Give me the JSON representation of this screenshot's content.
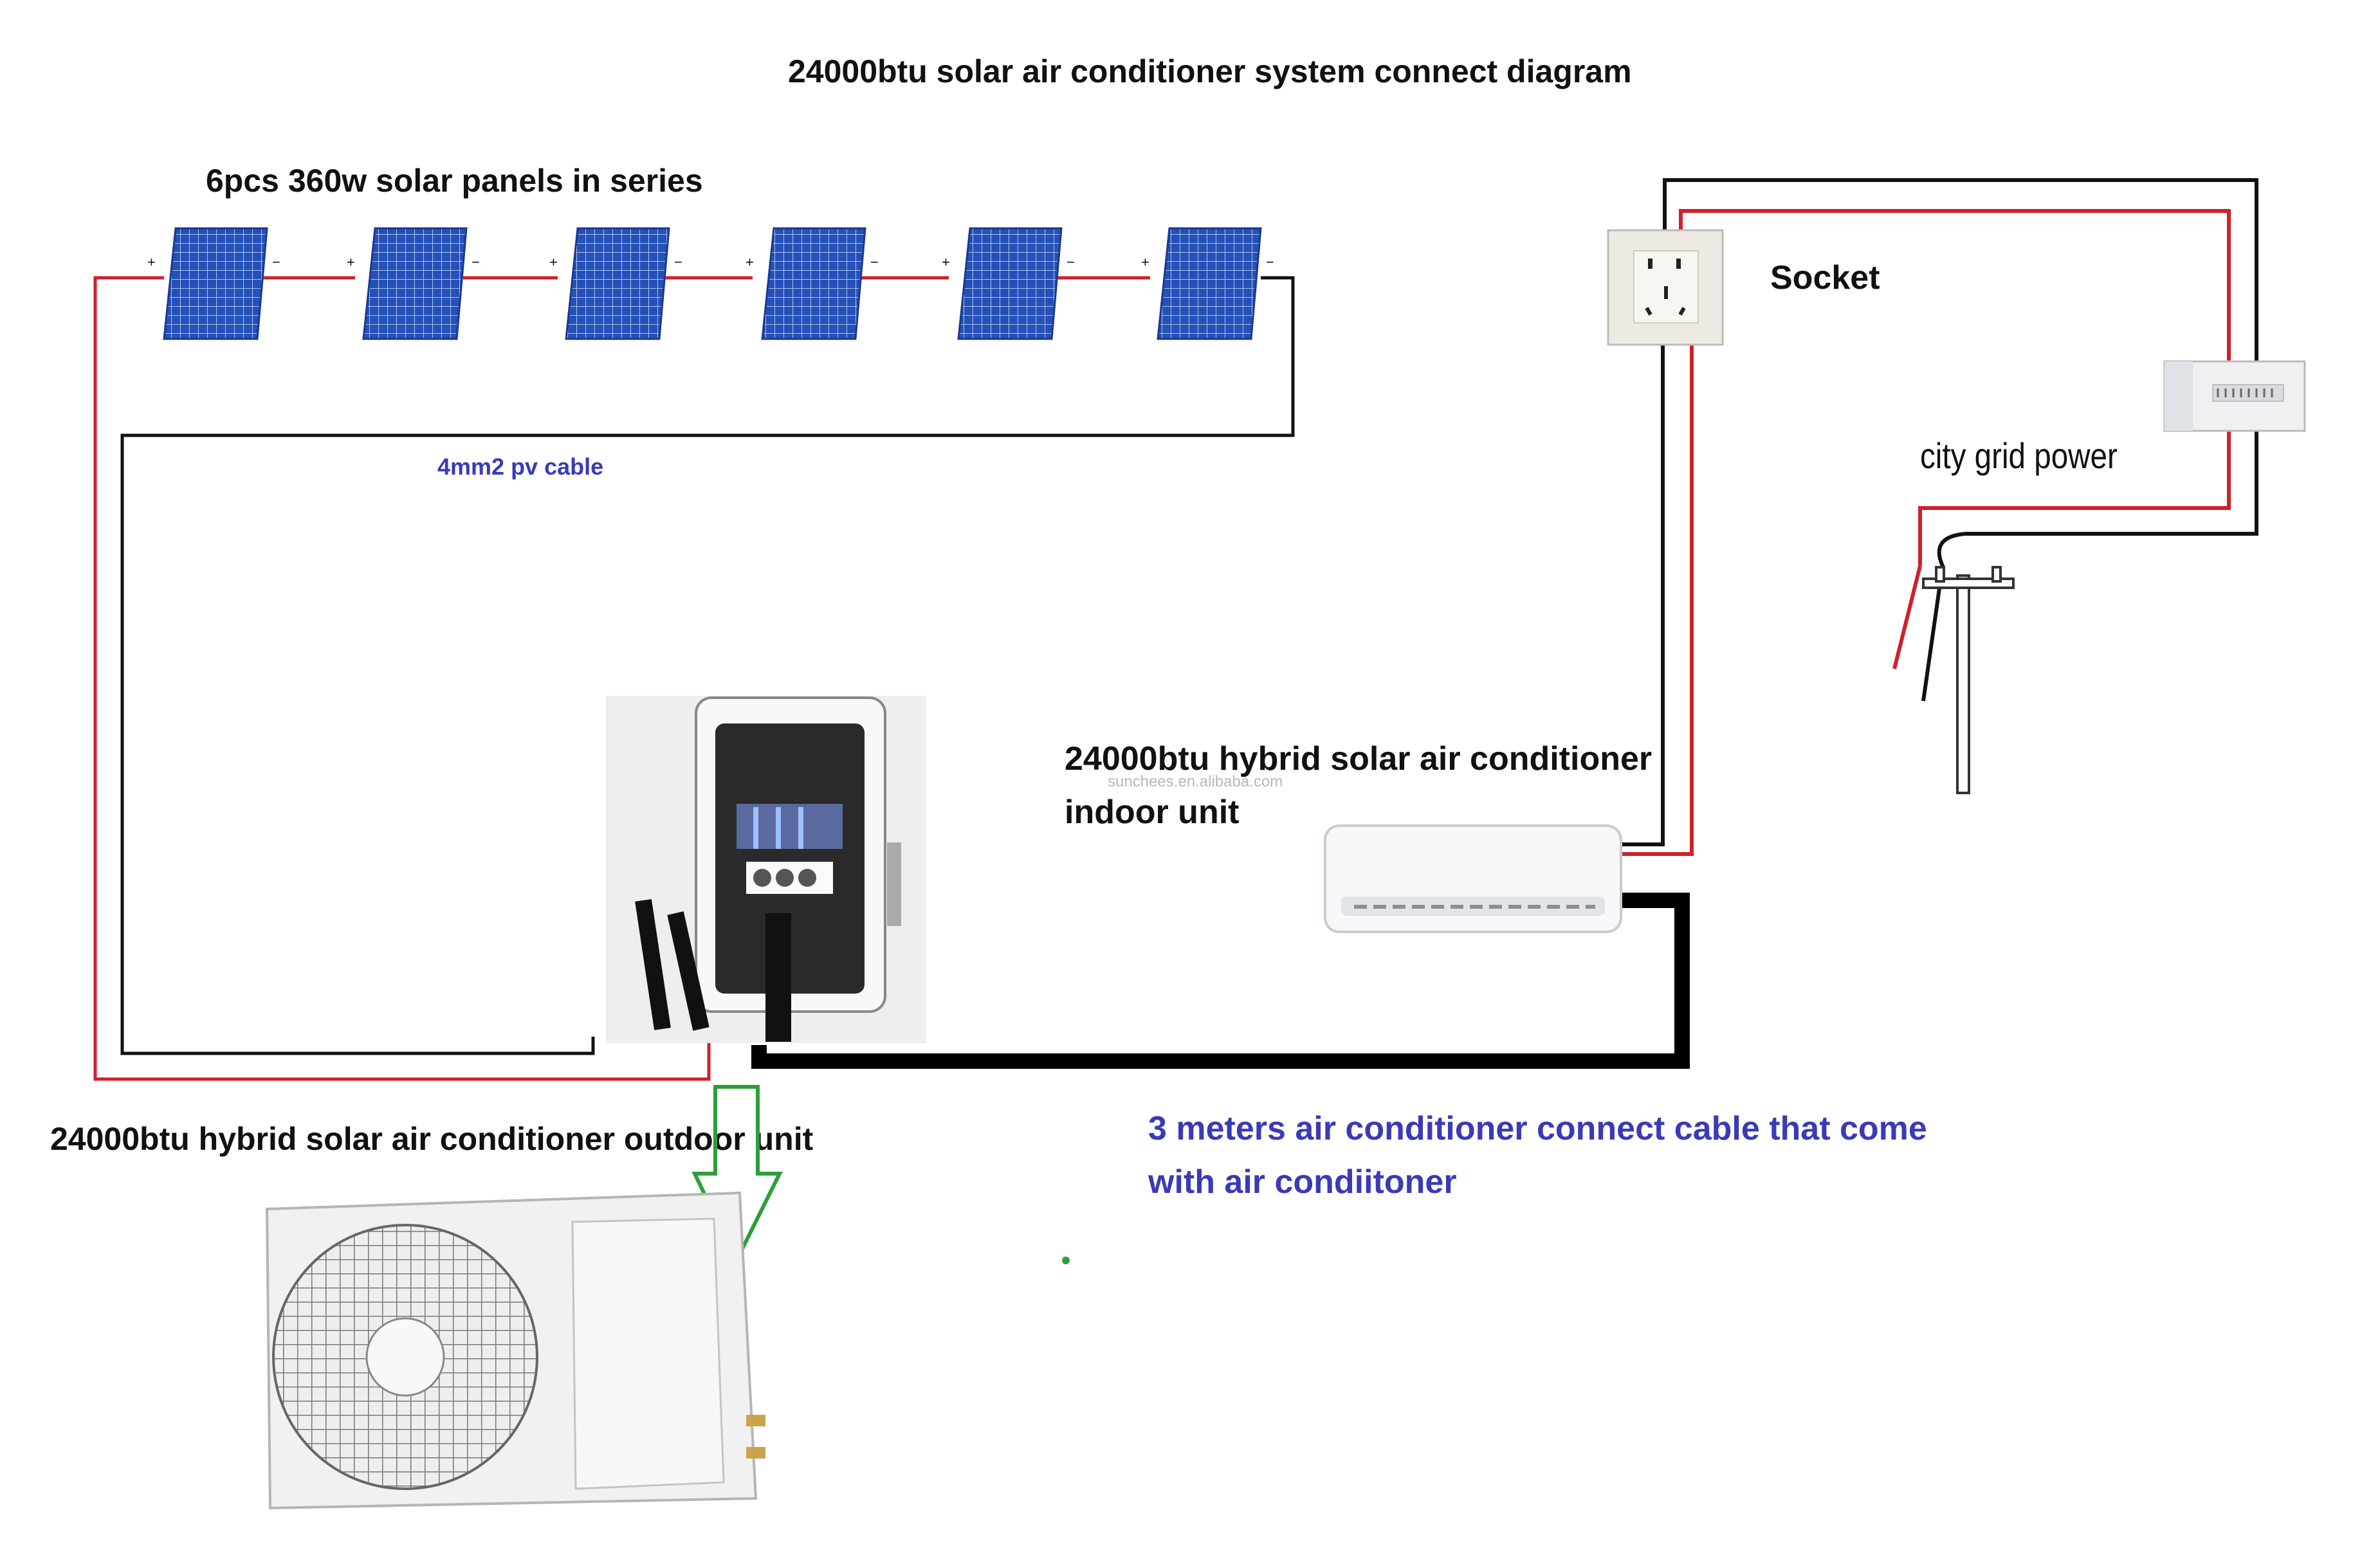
{
  "title": "24000btu solar air conditioner system connect diagram",
  "panels_label": "6pcs 360w solar panels in series",
  "panels_count": 6,
  "pv_cable_label": "4mm2 pv cable",
  "socket_label": "Socket",
  "grid_label": "city grid power",
  "indoor_label_line1": "24000btu hybrid solar air conditioner",
  "indoor_label_line2": "indoor unit",
  "watermark": "sunchees.en.alibaba.com",
  "outdoor_label": "24000btu hybrid solar air conditioner outdoor unit",
  "cable_label_line1": "3 meters air conditioner connect cable that come",
  "cable_label_line2": "with air condiitoner",
  "panel_plus": "+",
  "panel_minus": "−",
  "colors": {
    "positive_wire": "#d0202a",
    "negative_wire": "#111111",
    "panel_blue": "#2550b8",
    "arrow_green": "#2e9e3a",
    "label_blue": "#3a3ab8"
  }
}
